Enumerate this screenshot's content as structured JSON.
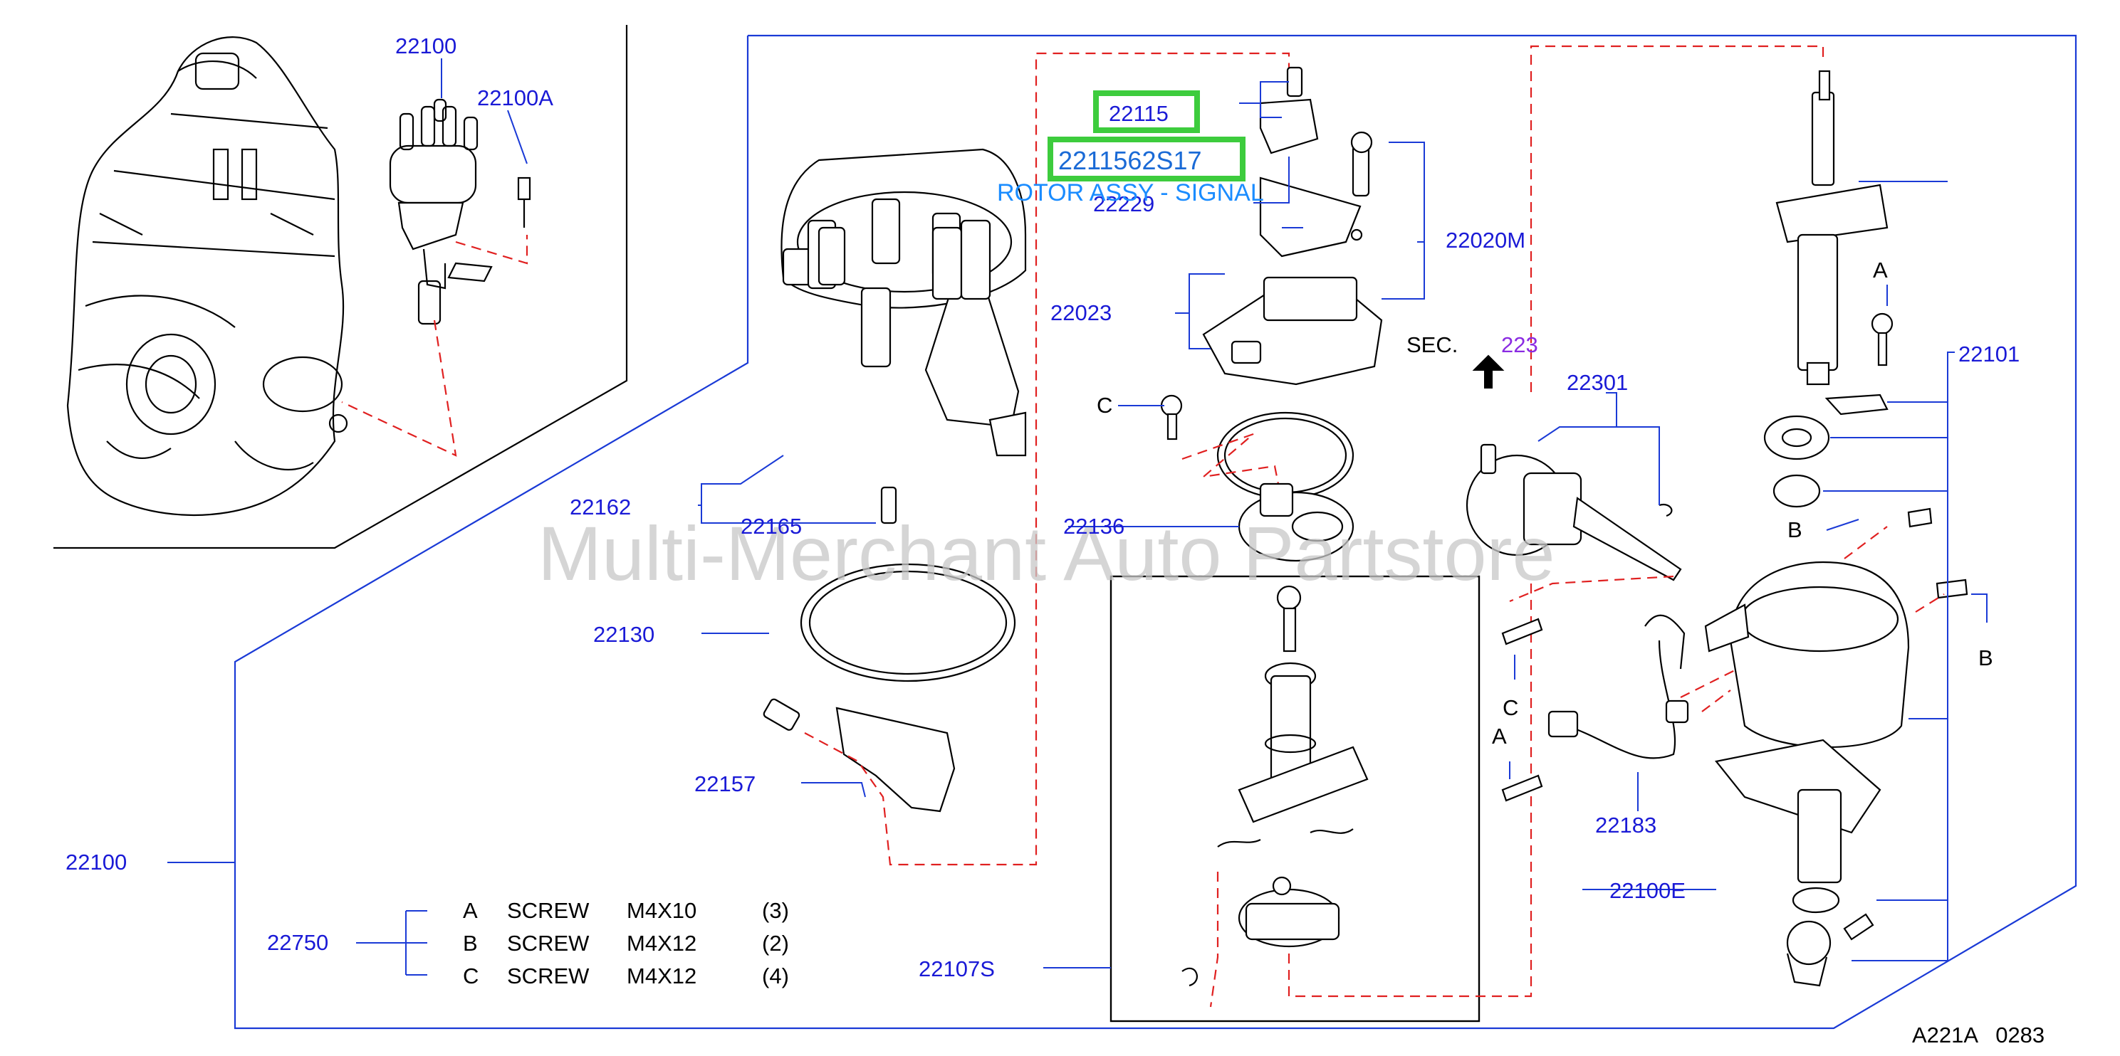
{
  "diagram": {
    "code": "A221A   0283",
    "watermark": "Multi-Merchant Auto Partstore",
    "highlighted": {
      "part1": "22115",
      "part2": "2211562S17",
      "tooltip": "ROTOR ASSY - SIGNAL"
    },
    "sec": {
      "label": "SEC.",
      "number": "223"
    },
    "letters": {
      "a": "A",
      "b": "B",
      "c": "C"
    },
    "labels": {
      "p22100_top": "22100",
      "p22100a": "22100A",
      "p22229": "22229",
      "p22020m": "22020M",
      "p22023": "22023",
      "p22162": "22162",
      "p22165": "22165",
      "p22136": "22136",
      "p22130": "22130",
      "p22157": "22157",
      "p22100_left": "22100",
      "p22750": "22750",
      "p22107s": "22107S",
      "p22301": "22301",
      "p22183": "22183",
      "p22100e": "22100E",
      "p22101": "22101"
    },
    "legend": [
      {
        "letter": "A",
        "name": "SCREW",
        "size": "M4X10",
        "qty": "(3)"
      },
      {
        "letter": "B",
        "name": "SCREW",
        "size": "M4X12",
        "qty": "(2)"
      },
      {
        "letter": "C",
        "name": "SCREW",
        "size": "M4X12",
        "qty": "(4)"
      }
    ]
  }
}
